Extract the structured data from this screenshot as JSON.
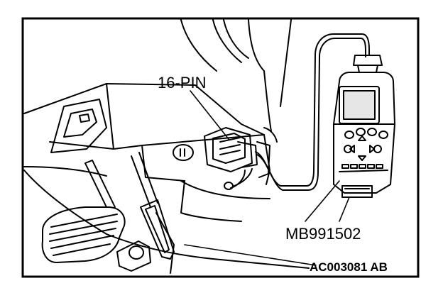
{
  "diagram": {
    "labels": {
      "connector": "16-PIN",
      "scan_tool": "MB991502",
      "figure_code": "AC003081 AB"
    },
    "colors": {
      "line": "#000000",
      "background": "#ffffff",
      "screen_fill": "#e6e6e6"
    }
  }
}
